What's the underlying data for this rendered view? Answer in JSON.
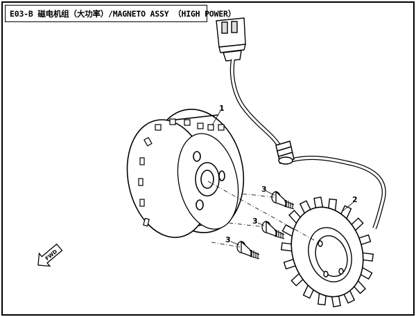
{
  "title": "E03-B 磁电机组（大功率）/MAGNETO ASSY （HIGH POWER）",
  "callouts": {
    "flywheel": "1",
    "stator": "2",
    "bolt_a": "3",
    "bolt_b": "3",
    "bolt_c": "3"
  },
  "direction_label": "FWD",
  "colors": {
    "line": "#000000",
    "background": "#ffffff",
    "shade": "#cccccc"
  }
}
